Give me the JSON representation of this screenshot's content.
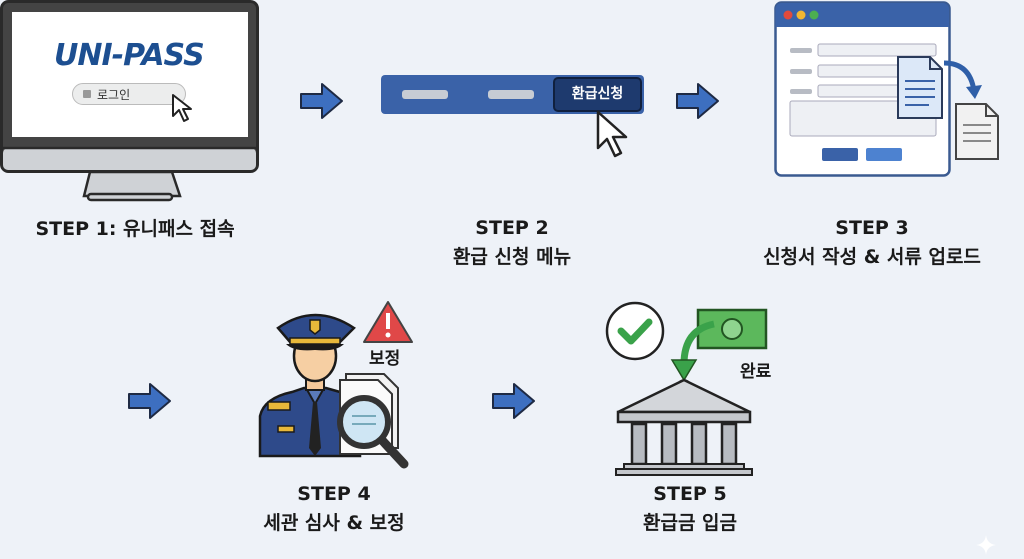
{
  "steps": [
    {
      "title": "STEP 1: 유니패스 접속",
      "subtitle": ""
    },
    {
      "title": "STEP 2",
      "subtitle": "환급 신청 메뉴"
    },
    {
      "title": "STEP 3",
      "subtitle": "신청서 작성 & 서류 업로드"
    },
    {
      "title": "STEP 4",
      "subtitle": "세관 심사 & 보정"
    },
    {
      "title": "STEP 5",
      "subtitle": "환급금 입금"
    }
  ],
  "step1": {
    "logo": "UNI-PASS",
    "login_label": "로그인"
  },
  "step2": {
    "menu_button": "환급신청"
  },
  "step4": {
    "warning_label": "보정"
  },
  "step5": {
    "complete_label": "완료"
  },
  "colors": {
    "background": "#eef2f8",
    "accent": "#3a62a8",
    "arrow": "#3d6fc0",
    "dark_navy": "#1e3a6e"
  }
}
